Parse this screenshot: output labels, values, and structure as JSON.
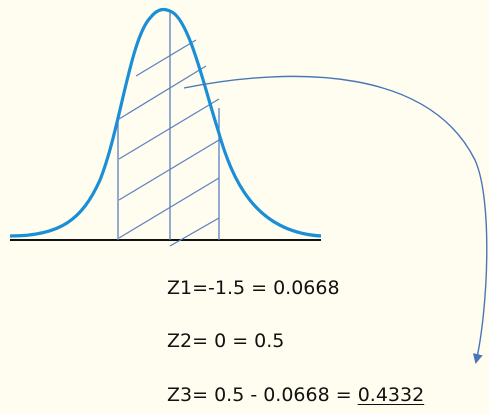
{
  "equations": {
    "z1": "Z1=-1.5 =  0.0668",
    "z2": "Z2= 0 = 0.5",
    "z3_prefix": "Z3= 0.5 - 0.0668 = ",
    "z3_result": "0.4332"
  },
  "colors": {
    "background": "#fffdf0",
    "curve": "#1a8fd6",
    "hatch": "#5b7fbf",
    "arrow": "#4a76b8",
    "axis": "#111111"
  }
}
